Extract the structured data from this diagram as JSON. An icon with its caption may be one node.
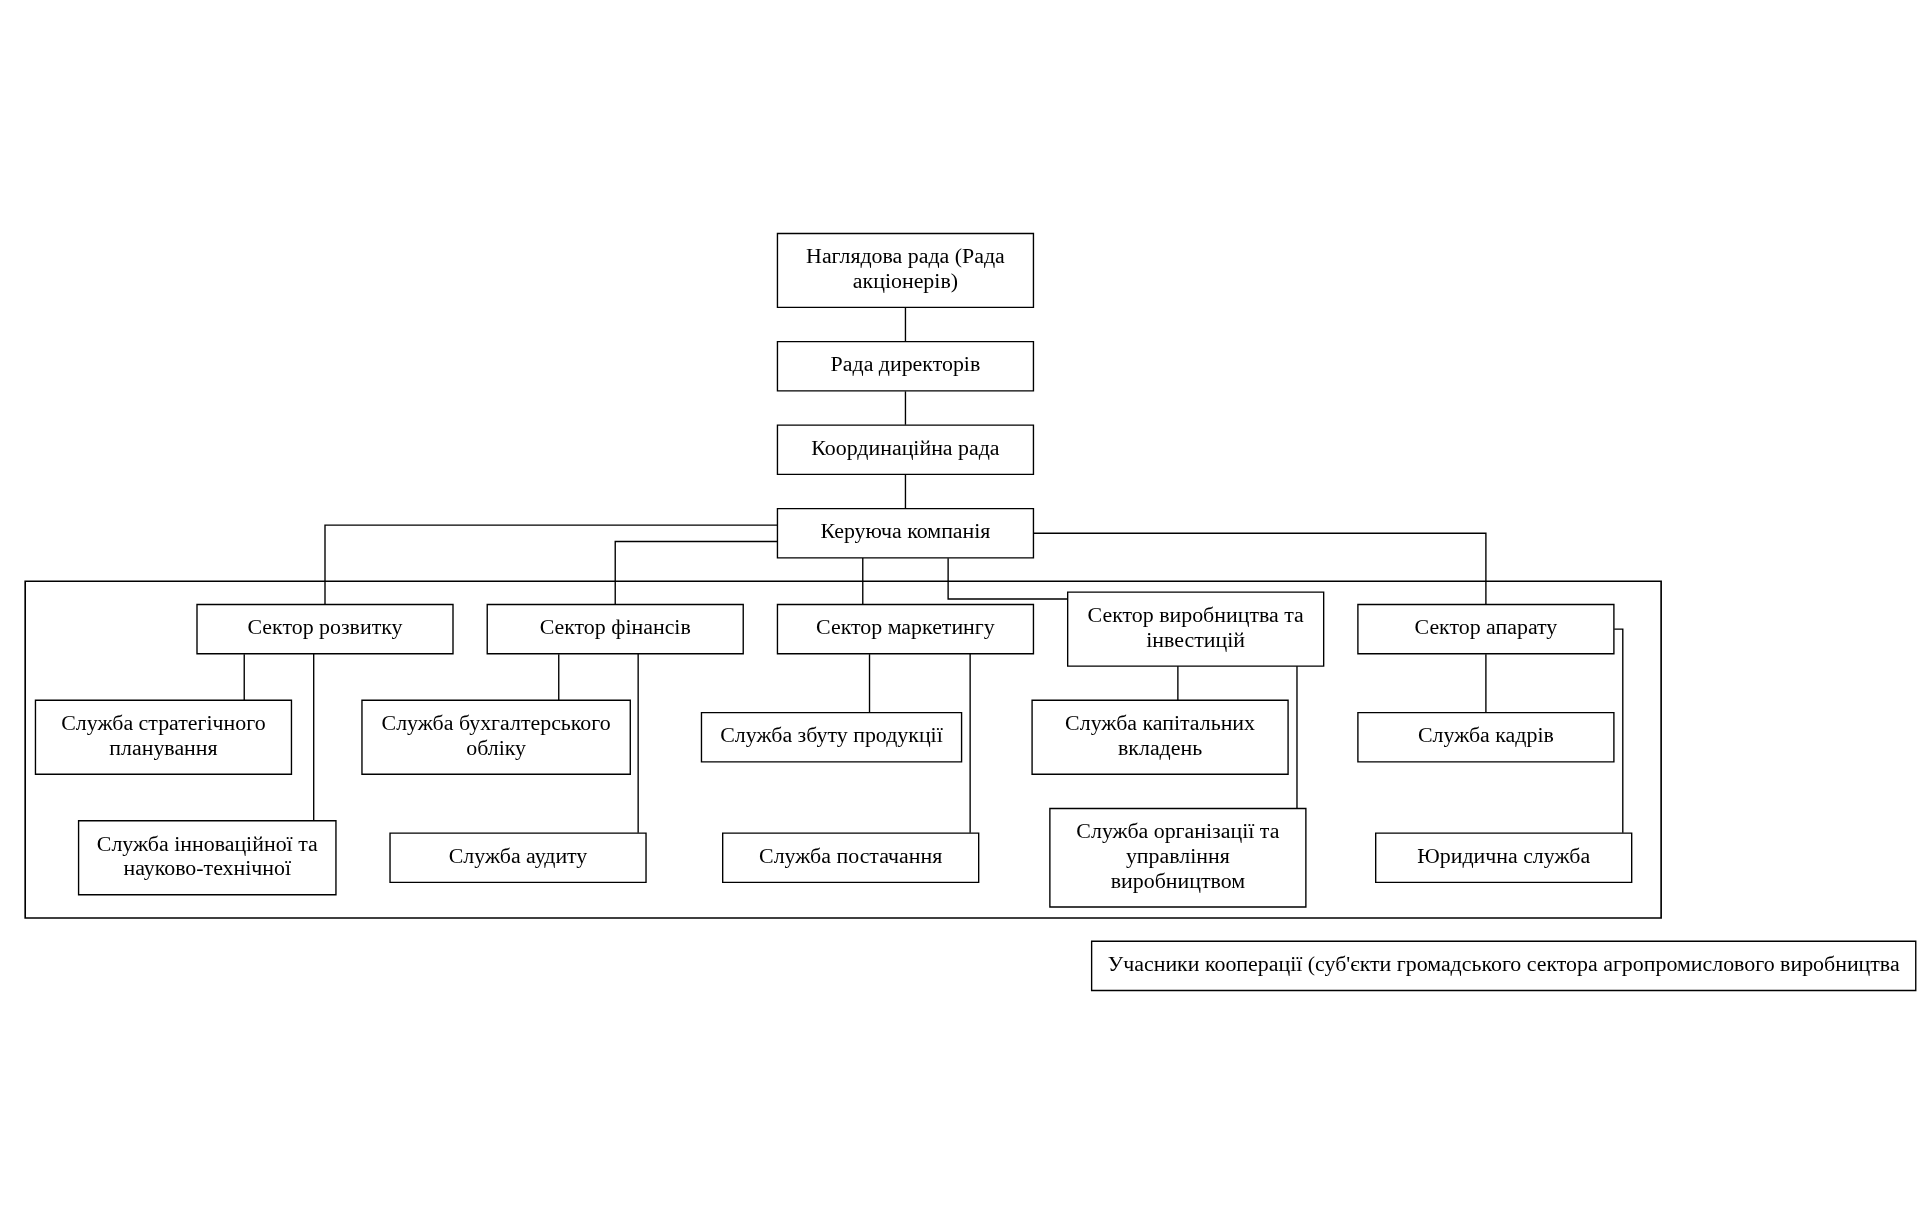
{
  "diagram": {
    "nodes": [
      {
        "text": [
          "Наглядова рада (Рада акціонерів)"
        ]
      },
      {
        "text": [
          "Рада директорів"
        ]
      },
      {
        "text": [
          "Координаційна рада"
        ]
      },
      {
        "text": [
          "Керуюча компанія"
        ]
      },
      {
        "text": [],
        "shape": "box"
      },
      {
        "text": [
          "Сектор розвитку"
        ],
        "in": 4
      },
      {
        "text": [
          "Служба стратегічного планування"
        ],
        "in": 4
      },
      {
        "text": [
          "Служба інноваційної та науково-технічної"
        ],
        "in": 4
      },
      {
        "text": [
          "Сектор фінансів"
        ],
        "in": 4
      },
      {
        "text": [
          "Служба бухгалтерського обліку"
        ],
        "in": 4
      },
      {
        "text": [
          "Служба аудиту"
        ],
        "in": 4
      },
      {
        "text": [
          "Сектор маркетингу"
        ],
        "in": 4
      },
      {
        "text": [
          "Служба збуту продукції"
        ],
        "in": 4
      },
      {
        "text": [
          "Служба постачання"
        ],
        "in": 4
      },
      {
        "text": [
          "Сектор виробництва та інвестицій"
        ],
        "in": 4
      },
      {
        "text": [
          "Служба капітальних вкладень"
        ],
        "in": 4
      },
      {
        "text": [
          "Служба організації та управління виробництвом"
        ],
        "in": 4
      },
      {
        "text": [
          "Сектор апарату"
        ],
        "in": 4
      },
      {
        "text": [
          "Служба кадрів"
        ],
        "in": 4
      },
      {
        "text": [
          "Юридична служба"
        ],
        "in": 4
      },
      {
        "text": [
          "Учасники кооперації (суб'єкти громадського сектора агропромислового виробництва"
        ]
      }
    ],
    "edges": [
      {
        "from": 0,
        "to": 1,
        "arrow": "none"
      },
      {
        "from": 1,
        "to": 2,
        "arrow": "none"
      },
      {
        "from": 2,
        "to": 3,
        "arrow": "none"
      },
      {
        "from": 3,
        "to": 5,
        "arrow": "none"
      },
      {
        "from": 3,
        "to": 8,
        "arrow": "none"
      },
      {
        "from": 3,
        "to": 11,
        "arrow": "none"
      },
      {
        "from": 3,
        "to": 14,
        "arrow": "none"
      },
      {
        "from": 3,
        "to": 17,
        "arrow": "none"
      },
      {
        "from": 5,
        "to": 6,
        "arrow": "none"
      },
      {
        "from": 5,
        "to": 7,
        "arrow": "none"
      },
      {
        "from": 8,
        "to": 9,
        "arrow": "none"
      },
      {
        "from": 8,
        "to": 10,
        "arrow": "none"
      },
      {
        "from": 11,
        "to": 12,
        "arrow": "none"
      },
      {
        "from": 11,
        "to": 13,
        "arrow": "none"
      },
      {
        "from": 14,
        "to": 15,
        "arrow": "none"
      },
      {
        "from": 14,
        "to": 16,
        "arrow": "none"
      },
      {
        "from": 17,
        "to": 18,
        "arrow": "none"
      },
      {
        "from": 17,
        "to": 19,
        "arrow": "none"
      }
    ]
  }
}
